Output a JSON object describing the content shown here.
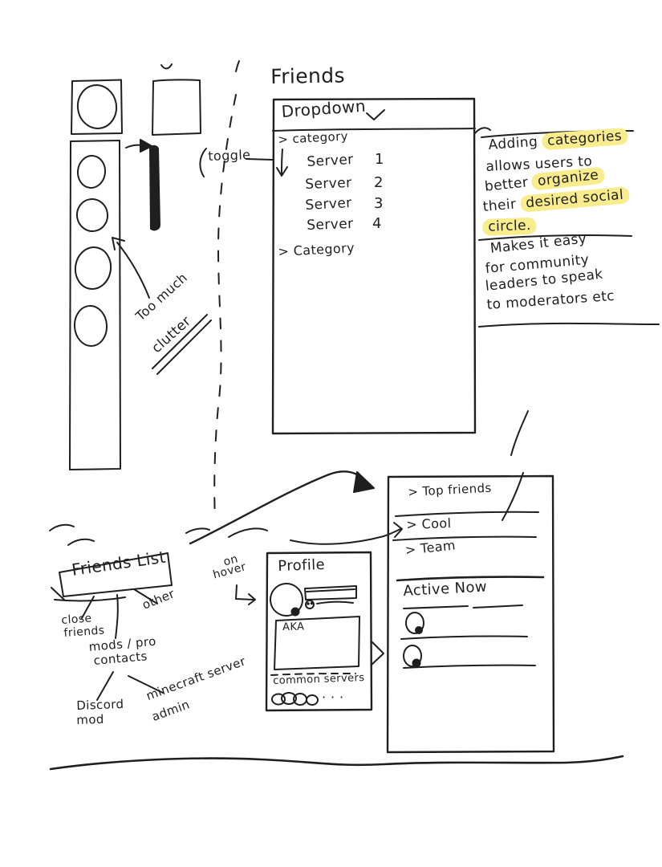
{
  "colors": {
    "ink": "#1f1f1f",
    "highlight": "#f8ec8d",
    "paper": "#ffffff"
  },
  "icons": {
    "dropdown-chevron-icon": "⌄",
    "expand-arrow-icon": "↓",
    "profile-expand-chevron-icon": "›",
    "status-dot-icon": "●",
    "curved-arrow-icon": "→"
  },
  "friends_panel": {
    "title": "Friends",
    "dropdown_label": "Dropdown",
    "category_top": "> category",
    "servers": [
      {
        "name": "Server",
        "num": "1"
      },
      {
        "name": "Server",
        "num": "2"
      },
      {
        "name": "Server",
        "num": "3"
      },
      {
        "name": "Server",
        "num": "4"
      }
    ],
    "category_bottom": "> Category"
  },
  "annotations": {
    "toggle_label": "toggle",
    "clutter_line1": "Too much",
    "clutter_line2": "clutter",
    "on_hover_line1": "on",
    "on_hover_line2": "hover"
  },
  "side_notes": {
    "note1": {
      "l1_plain": "Adding",
      "l1_hl": "categories",
      "l2_plain": "allows users to",
      "l3_plain": "better",
      "l3_hl": "organize",
      "l4_plain": "their",
      "l4_hl": "desired social",
      "l5_hl": "circle."
    },
    "note2": {
      "l1": "Makes it easy",
      "l2": "for community",
      "l3": "leaders to speak",
      "l4": "to moderators etc"
    }
  },
  "mind_map": {
    "root": "Friends List",
    "close_l1": "close",
    "close_l2": "friends",
    "other": "other",
    "mods_l1": "mods / pro",
    "mods_l2": "contacts",
    "discord_l1": "Discord",
    "discord_l2": "mod",
    "minecraft_l1": "minecraft server",
    "minecraft_l2": "admin"
  },
  "profile_card": {
    "title": "Profile",
    "aka_label": "AKA",
    "common_servers": "common servers",
    "more_dots": "· · ·"
  },
  "category_panel": {
    "top_friends": "> Top friends",
    "cool": "> Cool",
    "team": "> Team",
    "active_now": "Active Now"
  }
}
